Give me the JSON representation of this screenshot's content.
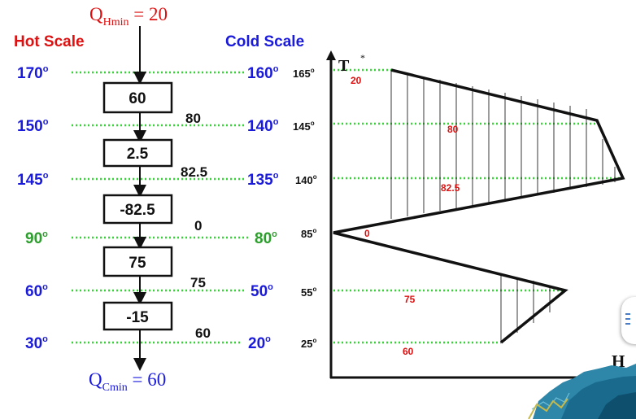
{
  "header": {
    "q_hmin": "Q",
    "q_hmin_sub": "Hmin",
    "q_hmin_value": " = 20",
    "q_cmin": "Q",
    "q_cmin_sub": "Cmin",
    "q_cmin_value": " = 60",
    "hot_scale": "Hot Scale",
    "cold_scale": "Cold Scale"
  },
  "intervals": {
    "hot_temps": [
      "170",
      "150",
      "145",
      "90",
      "60",
      "30"
    ],
    "cold_temps": [
      "160",
      "140",
      "135",
      "80",
      "50",
      "20"
    ],
    "shifted_temps": [
      "165",
      "145",
      "140",
      "85",
      "55",
      "25"
    ],
    "degree_mark": "o",
    "box_values": [
      "60",
      "2.5",
      "-82.5",
      "75",
      "-15"
    ],
    "cascade_values": [
      "80",
      "82.5",
      "0",
      "75",
      "60"
    ]
  },
  "grand_composite": {
    "y_axis_label": "T",
    "y_axis_star": "*",
    "x_axis_label": "H",
    "point_labels": [
      "20",
      "80",
      "82.5",
      "0",
      "75",
      "60"
    ]
  },
  "colors": {
    "red": "#dd1111",
    "blue": "#1a1adb",
    "green": "#2c9e2c",
    "dotted_line": "#33d633",
    "black": "#111111"
  },
  "icons": {
    "side_tab": "menu-handle-icon"
  }
}
